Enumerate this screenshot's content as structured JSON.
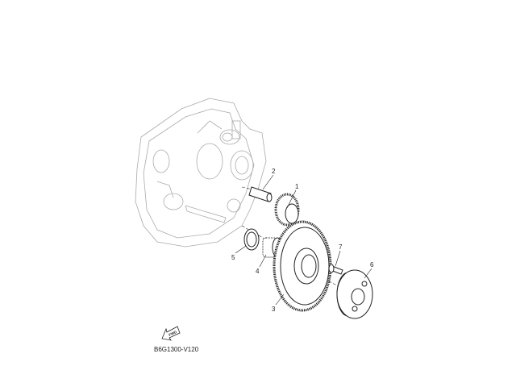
{
  "diagram": {
    "code": "B6G1300-V120",
    "fwd_label": "FWD",
    "callouts": [
      "1",
      "2",
      "3",
      "4",
      "5",
      "6",
      "7"
    ]
  },
  "colors": {
    "line": "#222222",
    "case": "#aaaaaa"
  }
}
